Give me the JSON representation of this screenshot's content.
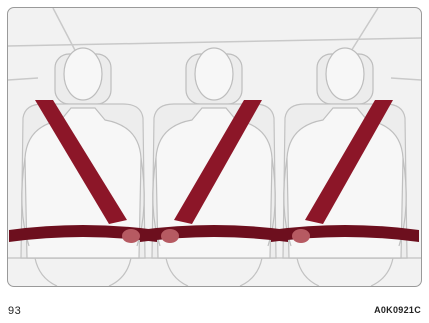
{
  "figure": {
    "number": "93",
    "code": "A0K0921C",
    "colors": {
      "belt": "#8c1628",
      "belt_shade": "#6d0f1e",
      "buckle": "#b65a62",
      "interior_line": "#c9c9c9",
      "background": "#f2f2f2",
      "occupant": "#f7f7f7"
    },
    "seats": [
      {
        "position": "left",
        "belt": "three-point"
      },
      {
        "position": "center",
        "belt": "three-point"
      },
      {
        "position": "right",
        "belt": "three-point"
      }
    ]
  }
}
